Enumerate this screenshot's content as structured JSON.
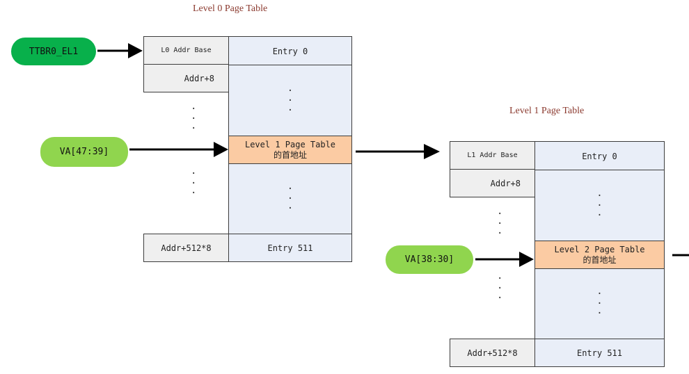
{
  "level0": {
    "title": "Level 0 Page Table",
    "base_label": "L0 Addr Base",
    "addr_step_label": "Addr+8",
    "addr_last_label": "Addr+512*8",
    "entry_first": "Entry 0",
    "entry_highlight_line1": "Level 1 Page Table",
    "entry_highlight_line2": "的首地址",
    "entry_last": "Entry 511"
  },
  "level1": {
    "title": "Level 1 Page Table",
    "base_label": "L1 Addr Base",
    "addr_step_label": "Addr+8",
    "addr_last_label": "Addr+512*8",
    "entry_first": "Entry 0",
    "entry_highlight_line1": "Level 2 Page Table",
    "entry_highlight_line2": "的首地址",
    "entry_last": "Entry 511"
  },
  "inputs": {
    "ttbr": "TTBR0_EL1",
    "va_l0": "VA[47:39]",
    "va_l1": "VA[38:30]"
  },
  "colors": {
    "ttbr_pill": "#08b04b",
    "va_pill": "#90d54e",
    "entry_bg": "#e9eef8",
    "highlight_entry": "#fbcba3",
    "addr_cell": "#efefef",
    "title_text": "#8b3a2f"
  }
}
